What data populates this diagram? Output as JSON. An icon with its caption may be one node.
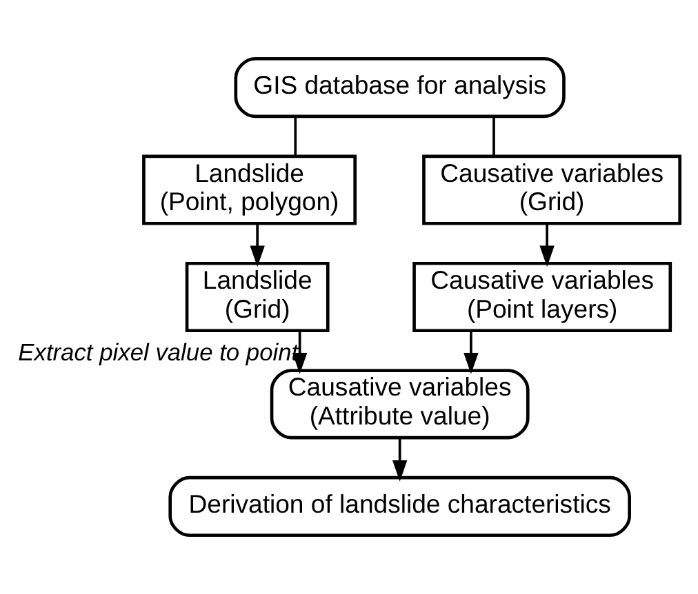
{
  "diagram": {
    "nodes": [
      {
        "text": [
          "GIS database for analysis"
        ]
      },
      {
        "text": [
          "Landslide (Point, polygon)"
        ]
      },
      {
        "text": [
          "Causative variables (Grid)"
        ]
      },
      {
        "text": [
          "Landslide (Grid)"
        ]
      },
      {
        "text": [
          "Causative variables (Point layers)"
        ]
      },
      {
        "text": [
          "Causative variables (Attribute value)"
        ]
      },
      {
        "text": [
          "Derivation of landslide characteristics"
        ]
      }
    ],
    "edges": [
      {
        "from": 0,
        "to": 1,
        "arrow": "none"
      },
      {
        "from": 0,
        "to": 2,
        "arrow": "none"
      },
      {
        "from": 1,
        "to": 3,
        "arrow": "to"
      },
      {
        "from": 2,
        "to": 4,
        "arrow": "to"
      },
      {
        "from": 3,
        "to": 5,
        "arrow": "to",
        "label": "Extract pixel value to point"
      },
      {
        "from": 4,
        "to": 5,
        "arrow": "to"
      },
      {
        "from": 5,
        "to": 6,
        "arrow": "to"
      }
    ]
  }
}
